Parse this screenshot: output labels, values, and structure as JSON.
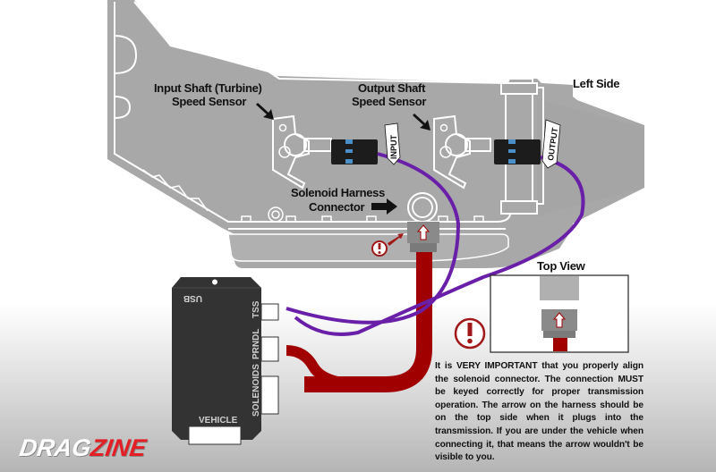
{
  "diagram": {
    "view_label": "Left Side",
    "top_view_label": "Top View",
    "labels": {
      "input_sensor_line1": "Input Shaft (Turbine)",
      "input_sensor_line2": "Speed Sensor",
      "output_sensor_line1": "Output Shaft",
      "output_sensor_line2": "Speed Sensor",
      "solenoid_line1": "Solenoid Harness",
      "solenoid_line2": "Connector"
    },
    "wire_tags": {
      "input": "INPUT",
      "output": "OUTPUT"
    },
    "controller": {
      "usb_label": "USB",
      "ports": [
        "TSS",
        "PRNDL",
        "SOLENOIDS"
      ],
      "vehicle_label": "VEHICLE"
    },
    "warning_icon": "exclamation-circle-icon",
    "colors": {
      "transmission": "#a8a8a8",
      "sensor_wire": "#6a1fa8",
      "harness": "#a00000",
      "controller": "#333333",
      "warning": "#a01818",
      "connector_blue": "#4a8fc8"
    }
  },
  "note": {
    "segments": [
      {
        "text": "It is ",
        "strong": false
      },
      {
        "text": "VERY IMPORTANT",
        "strong": true
      },
      {
        "text": " that you properly align the solenoid connector. The connection ",
        "strong": false
      },
      {
        "text": "MUST",
        "strong": true
      },
      {
        "text": " be keyed correctly for proper transmission operation. The arrow on the harness should be on the top side when it plugs into the transmission. If you are under the vehicle when connecting it, that means the arrow wouldn't be visible to you.",
        "strong": false
      }
    ]
  },
  "brand": {
    "part1": "DRAG",
    "part2": "ZINE"
  }
}
